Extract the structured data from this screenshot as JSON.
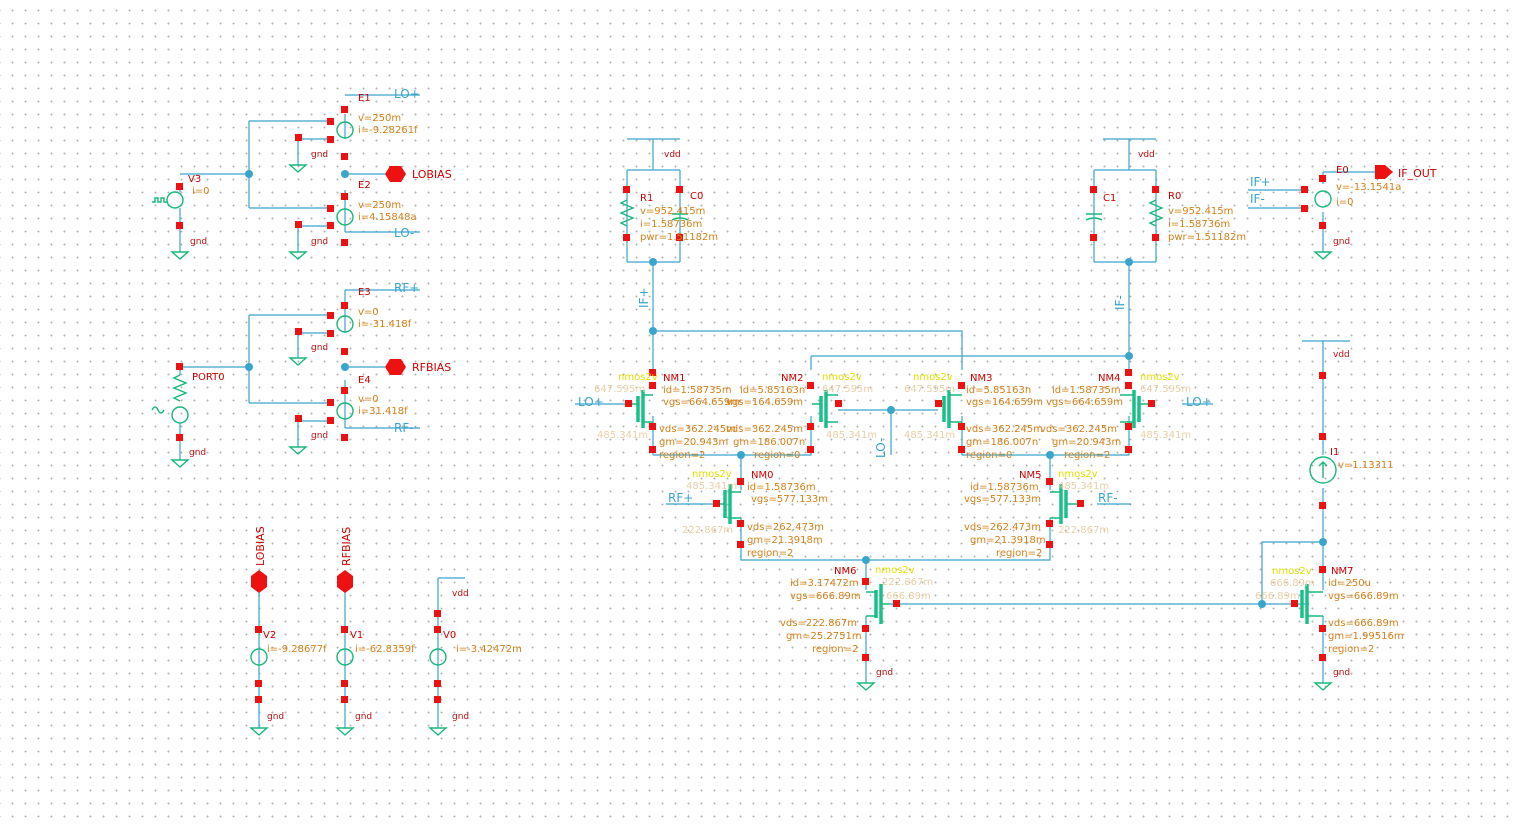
{
  "title": "Gilbert cell mixer schematic",
  "colors": {
    "wire": "#3aa5cc",
    "instance": "#cc0000",
    "param": "#d4801a",
    "model": "#e0e000",
    "device": "#18b87a",
    "pin": "#ee1111"
  },
  "labels": {
    "gnd": "gnd",
    "vdd": "vdd",
    "nmos": "nmos2v"
  },
  "sources": {
    "E1": {
      "name": "E1",
      "v": "v=250m",
      "i": "i=-9.28261f"
    },
    "E2": {
      "name": "E2",
      "v": "v=250m",
      "i": "i=4.15848a"
    },
    "E3": {
      "name": "E3",
      "v": "v=0",
      "i": "i=-31.418f"
    },
    "E4": {
      "name": "E4",
      "v": "v=0",
      "i": "i=31.418f"
    },
    "E0": {
      "name": "E0",
      "v": "v=-13.1541a",
      "i": "i=0"
    },
    "V3": {
      "name": "V3",
      "i": "i=0"
    },
    "PORT0": {
      "name": "PORT0"
    },
    "V2": {
      "name": "V2",
      "i": "i=-9.28677f"
    },
    "V1": {
      "name": "V1",
      "i": "i=-62.8359f"
    },
    "V0": {
      "name": "V0",
      "i": "i=-3.42472m"
    },
    "I1": {
      "name": "I1",
      "v": "v=1.13311"
    }
  },
  "passives": {
    "R1": {
      "name": "R1",
      "v": "v=952.415m",
      "i": "i=1.58736m",
      "pwr": "pwr=1.51182m"
    },
    "C0": {
      "name": "C0"
    },
    "R0": {
      "name": "R0",
      "v": "v=952.415m",
      "i": "i=1.58736m",
      "pwr": "pwr=1.51182m"
    },
    "C1": {
      "name": "C1"
    }
  },
  "transistors": {
    "NM1": {
      "name": "NM1",
      "id": "id=1.58735m",
      "vgs": "vgs=664.659m",
      "vds": "vds=362.245m",
      "gm": "gm=20.943m",
      "region": "region=2"
    },
    "NM2": {
      "name": "NM2",
      "id": "id=5.85163n",
      "vgs": "vgs=164.659m",
      "vds": "vds=362.245m",
      "gm": "gm=186.007n",
      "region": "region=0"
    },
    "NM3": {
      "name": "NM3",
      "id": "id=5.85163n",
      "vgs": "vgs=164.659m",
      "vds": "vds=362.245m",
      "gm": "gm=186.007n",
      "region": "region=0"
    },
    "NM4": {
      "name": "NM4",
      "id": "id=1.58735m",
      "vgs": "vgs=664.659m",
      "vds": "vds=362.245m",
      "gm": "gm=20.943m",
      "region": "region=2"
    },
    "NM0": {
      "name": "NM0",
      "id": "id=1.58736m",
      "vgs": "vgs=577.133m",
      "vds": "vds=262.473m",
      "gm": "gm=21.3918m",
      "region": "region=2"
    },
    "NM5": {
      "name": "NM5",
      "id": "id=1.58736m",
      "vgs": "vgs=577.133m",
      "vds": "vds=262.473m",
      "gm": "gm=21.3918m",
      "region": "region=2"
    },
    "NM6": {
      "name": "NM6",
      "id": "id=3.17472m",
      "vgs": "vgs=666.89m",
      "vds": "vds=222.867m",
      "gm": "gm=25.2751m",
      "region": "region=2"
    },
    "NM7": {
      "name": "NM7",
      "id": "id=250u",
      "vgs": "vgs=666.89m",
      "vds": "vds=666.89m",
      "gm": "gm=1.99516m",
      "region": "region=2"
    }
  },
  "nets": {
    "lo_plus": "LO+",
    "lo_minus": "LO-",
    "rf_plus": "RF+",
    "rf_minus": "RF-",
    "if_plus": "IF+",
    "if_minus": "IF-",
    "lobias": "LOBIAS",
    "rfbias": "RFBIAS",
    "if_out": "IF_OUT"
  },
  "faded": {
    "nm1_a": "647.595m",
    "nm1_b": "485.341m",
    "nm2_a": "647.595m",
    "nm2_b": "485.341m",
    "nm3_a": "647.595m",
    "nm3_b": "485.341m",
    "nm4_a": "647.595m",
    "nm4_b": "485.341m",
    "nm0_a": "485.341m",
    "nm0_b": "222.867m",
    "nm5_a": "485.341m",
    "nm5_b": "222.867m",
    "nm6_a": "222.867m",
    "nm6_b": "666.89m",
    "nm7_a": "666.89m",
    "nm7_b": "666.89m"
  }
}
